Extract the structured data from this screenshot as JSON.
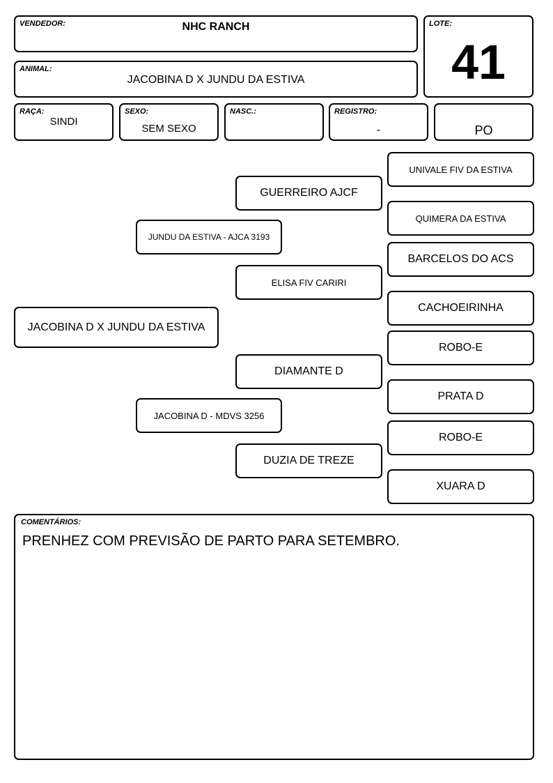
{
  "header": {
    "vendedor": {
      "label": "VENDEDOR:",
      "value": "NHC RANCH"
    },
    "lote": {
      "label": "LOTE:",
      "value": "41"
    },
    "animal": {
      "label": "ANIMAL:",
      "value": "JACOBINA D X JUNDU DA ESTIVA"
    }
  },
  "info": {
    "raca": {
      "label": "RAÇA:",
      "value": "SINDI"
    },
    "sexo": {
      "label": "SEXO:",
      "value": "SEM SEXO"
    },
    "nasc": {
      "label": "NASC.:",
      "value": ""
    },
    "registro": {
      "label": "REGISTRO:",
      "value": "-"
    },
    "categoria": {
      "value": "PO"
    }
  },
  "pedigree": {
    "subject": "JACOBINA D X JUNDU DA ESTIVA",
    "sire": "JUNDU DA ESTIVA - AJCA 3193",
    "dam": "JACOBINA D - MDVS 3256",
    "sire_sire": "GUERREIRO AJCF",
    "sire_dam": "ELISA FIV CARIRI",
    "dam_sire": "DIAMANTE D",
    "dam_dam": "DUZIA DE TREZE",
    "great_grandparents": [
      "UNIVALE FIV DA ESTIVA",
      "QUIMERA DA ESTIVA",
      "BARCELOS DO ACS",
      "CACHOEIRINHA",
      "ROBO-E",
      "PRATA D",
      "ROBO-E",
      "XUARA D"
    ]
  },
  "comments": {
    "label": "COMENTÁRIOS:",
    "text": "PRENHEZ COM PREVISÃO DE PARTO PARA SETEMBRO."
  }
}
